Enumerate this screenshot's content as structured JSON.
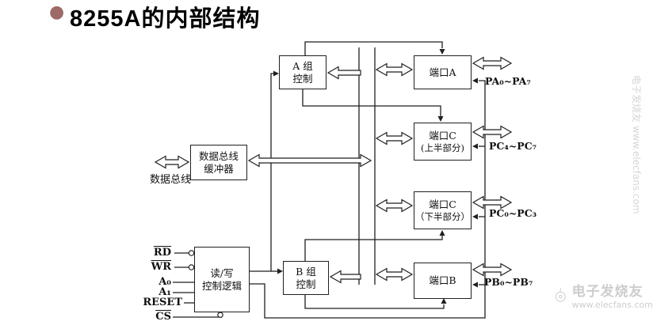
{
  "title": {
    "bullet": "●",
    "text": "8255A的内部结构"
  },
  "blocks": {
    "group_a": {
      "line1": "A 组",
      "line2": "控制"
    },
    "group_b": {
      "line1": "B 组",
      "line2": "控制"
    },
    "buffer": {
      "line1": "数据总线",
      "line2": "缓冲器"
    },
    "rw_logic": {
      "line1": "读/写",
      "line2": "控制逻辑"
    },
    "port_a": {
      "line1": "端口A"
    },
    "port_c_upper": {
      "line1": "端口C",
      "line2": "(上半部分)"
    },
    "port_c_lower": {
      "line1": "端口C",
      "line2": "（下半部分）"
    },
    "port_b": {
      "line1": "端口B"
    }
  },
  "labels": {
    "data_bus": "数据总线",
    "pa": "PA₀~PA₇",
    "pc_upper": "PC₄~PC₇",
    "pc_lower": "PC₀~PC₃",
    "pb": "PB₀~PB₇"
  },
  "signals": [
    {
      "label": "RD",
      "active_low": true
    },
    {
      "label": "WR",
      "active_low": true
    },
    {
      "label": "A₀",
      "active_low": false
    },
    {
      "label": "A₁",
      "active_low": false
    },
    {
      "label": "RESET",
      "active_low": false
    },
    {
      "label": "CS",
      "active_low": true
    }
  ],
  "watermark": {
    "side_text": "电子发烧友 www.elecfans.com",
    "brand": "电子发烧友",
    "url": "www.elecfans.com"
  },
  "colors": {
    "bullet": "#9c6b66",
    "line": "#1f1f1f",
    "watermark": "#cdcdcd",
    "background": "#ffffff"
  }
}
